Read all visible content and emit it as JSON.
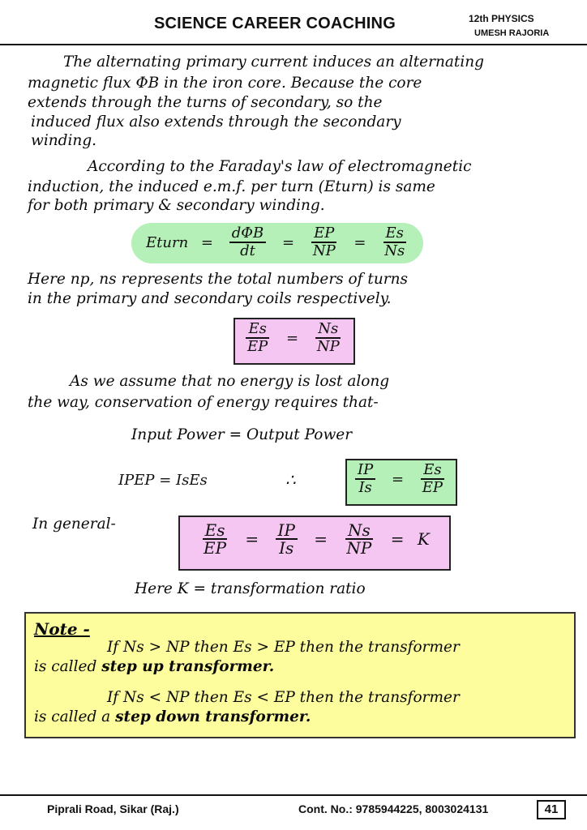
{
  "header": {
    "title": "SCIENCE CAREER COACHING",
    "subject": "12th PHYSICS",
    "author": "UMESH RAJORIA"
  },
  "para1": [
    "The alternating primary current induces an alternating",
    "magnetic flux ΦB in the iron core. Because the core",
    "extends through the turns of secondary, so the",
    "induced flux also extends through the secondary",
    "winding."
  ],
  "para2": [
    "According to the Faraday's law of electromagnetic",
    "induction, the induced e.m.f. per turn (Eturn) is same",
    "for both primary & secondary winding."
  ],
  "formula1": {
    "lhs": "Eturn",
    "f1_num": "dΦB",
    "f1_den": "dt",
    "f2_num": "EP",
    "f2_den": "NP",
    "f3_num": "Es",
    "f3_den": "Ns",
    "eq": "="
  },
  "para3": [
    "Here np, ns represents the total numbers of turns",
    "in the primary and secondary coils respectively."
  ],
  "formula2": {
    "f1_num": "Es",
    "f1_den": "EP",
    "f2_num": "Ns",
    "f2_den": "NP",
    "eq": "="
  },
  "para4": [
    "As we assume that no energy is lost along",
    "the way, conservation of energy requires that-"
  ],
  "power_eq": "Input Power = Output Power",
  "formula3": {
    "lhs": "IPEP = IsEs",
    "therefore": "∴",
    "f1_num": "IP",
    "f1_den": "Is",
    "f2_num": "Es",
    "f2_den": "EP",
    "eq": "="
  },
  "general_label": "In general-",
  "formula4": {
    "f1_num": "Es",
    "f1_den": "EP",
    "f2_num": "IP",
    "f2_den": "Is",
    "f3_num": "Ns",
    "f3_den": "NP",
    "k": "K",
    "eq": "="
  },
  "k_def": "Here   K = transformation ratio",
  "note": {
    "heading": "Note -",
    "line1": "If  Ns > NP  then  Es > EP  then the transformer",
    "line2a": "is called ",
    "line2b": "step up transformer.",
    "line3": "If  Ns < NP  then  Es < EP  then the transformer",
    "line4a": "is called a ",
    "line4b": "step down transformer."
  },
  "footer": {
    "address": "Piprali Road, Sikar (Raj.)",
    "contact": "Cont. No.:  9785944225,  8003024131",
    "page": "41"
  },
  "colors": {
    "green_box": "#b5f0b8",
    "pink_box": "#f6c6f2",
    "note_box": "#fdfd9e"
  }
}
